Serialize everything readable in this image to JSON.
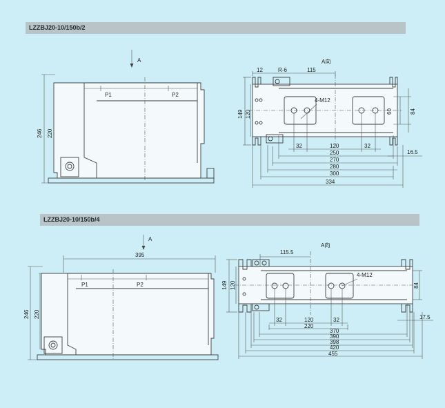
{
  "models": {
    "top": {
      "title": "LZZBJ20-10/150b/2",
      "view_arrow": "A",
      "view_title": "A向",
      "terminal_p1": "P1",
      "terminal_p2": "P2",
      "dims": {
        "h246": "246",
        "h220": "220",
        "h149": "149",
        "h120": "120",
        "w12": "12",
        "r6": "R-6",
        "w115": "115",
        "bolt": "4-M12",
        "h60": "60",
        "h84": "84",
        "a32": "32",
        "a120": "120",
        "b32": "32",
        "w250": "250",
        "w16_5": "16.5",
        "w270": "270",
        "w280": "280",
        "w300": "300",
        "w334": "334"
      }
    },
    "bottom": {
      "title": "LZZBJ20-10/150b/4",
      "view_arrow": "A",
      "view_title": "A向",
      "terminal_p1": "P1",
      "terminal_p2": "P2",
      "dims": {
        "w395": "395",
        "h246": "246",
        "h220": "220",
        "w115_5": "115.5",
        "h149": "149",
        "h120": "120",
        "bolt": "4-M12",
        "h84": "84",
        "a32": "32",
        "a120": "120",
        "b32": "32",
        "a220": "220",
        "w17_5": "17.5",
        "w370": "370",
        "w390": "390",
        "w398": "398",
        "w420": "420",
        "w455": "455"
      }
    }
  }
}
